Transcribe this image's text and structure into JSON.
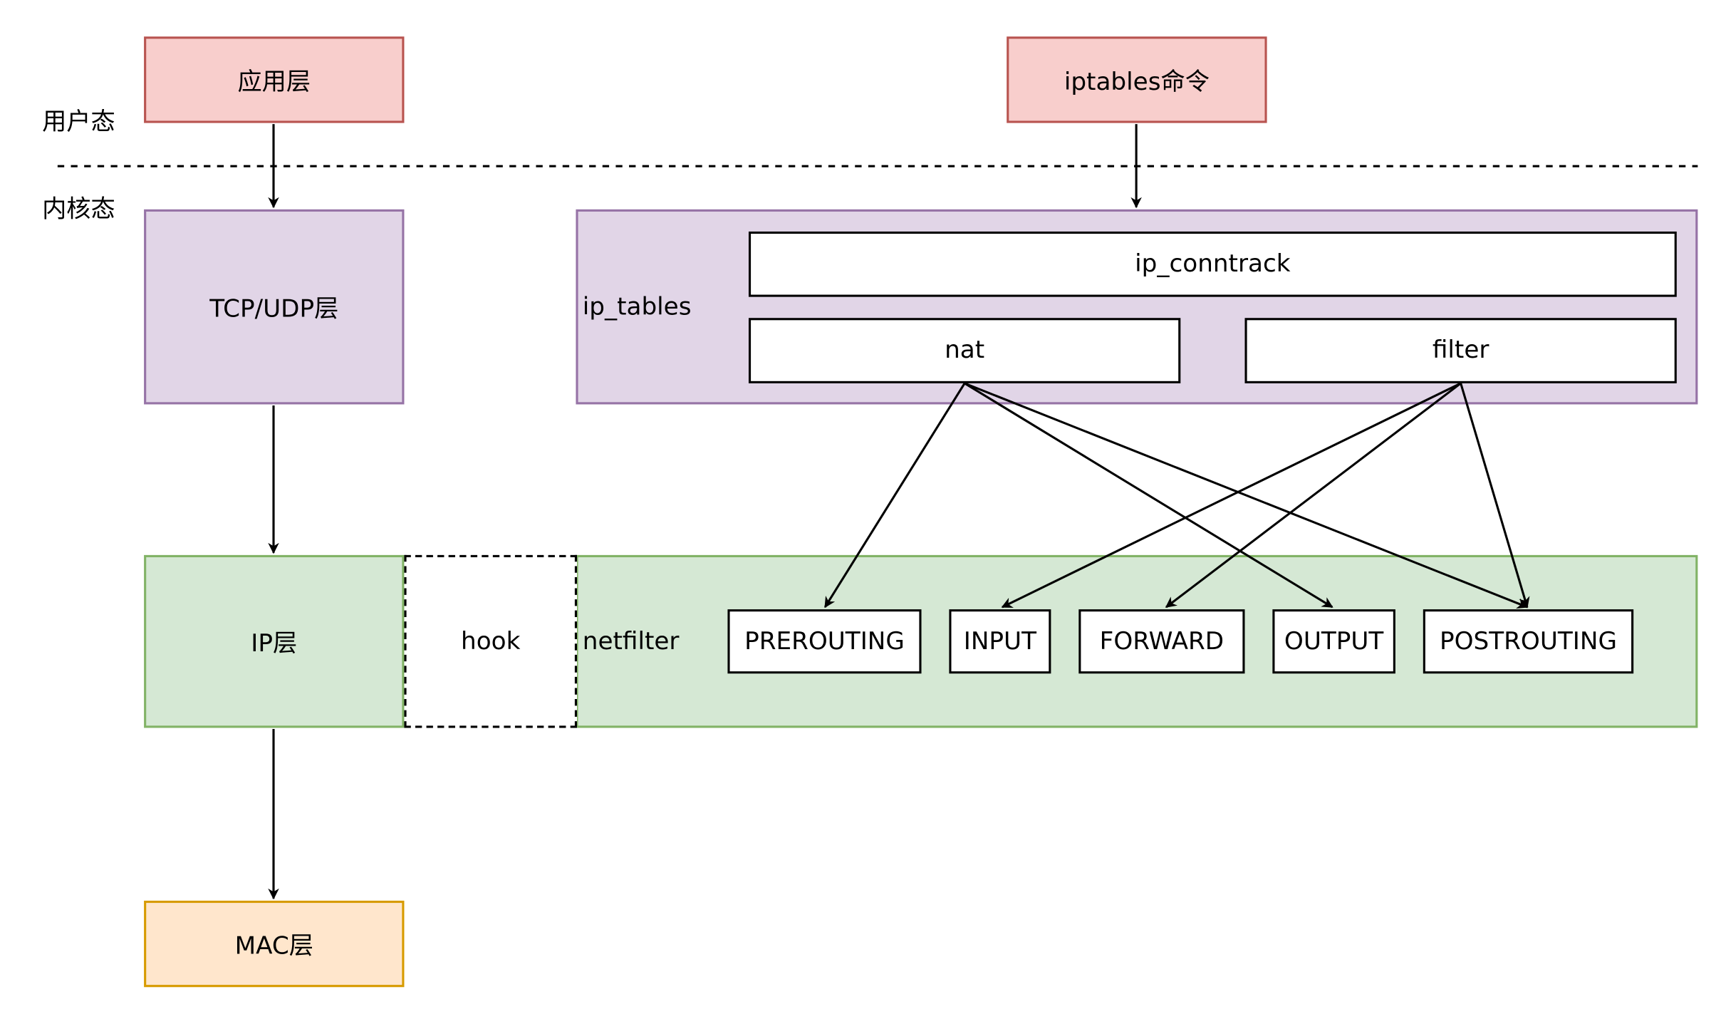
{
  "zones": {
    "user_mode": "用户态",
    "kernel_mode": "内核态"
  },
  "layers": {
    "app": "应用层",
    "tcp_udp": "TCP/UDP层",
    "ip": "IP层",
    "mac": "MAC层"
  },
  "iptables_command": "iptables命令",
  "ip_tables": {
    "label": "ip_tables",
    "conntrack": "ip_conntrack",
    "nat": "nat",
    "filter": "filter"
  },
  "hook": "hook",
  "netfilter": {
    "label": "netfilter",
    "chains": [
      "PREROUTING",
      "INPUT",
      "FORWARD",
      "OUTPUT",
      "POSTROUTING"
    ]
  },
  "colors": {
    "red_fill": "#f8cecc",
    "red_stroke": "#b85450",
    "purple_fill": "#e1d5e7",
    "purple_stroke": "#9673a6",
    "green_fill": "#d5e8d4",
    "green_stroke": "#82b366",
    "orange_fill": "#ffe6cc",
    "orange_stroke": "#d79b00"
  }
}
